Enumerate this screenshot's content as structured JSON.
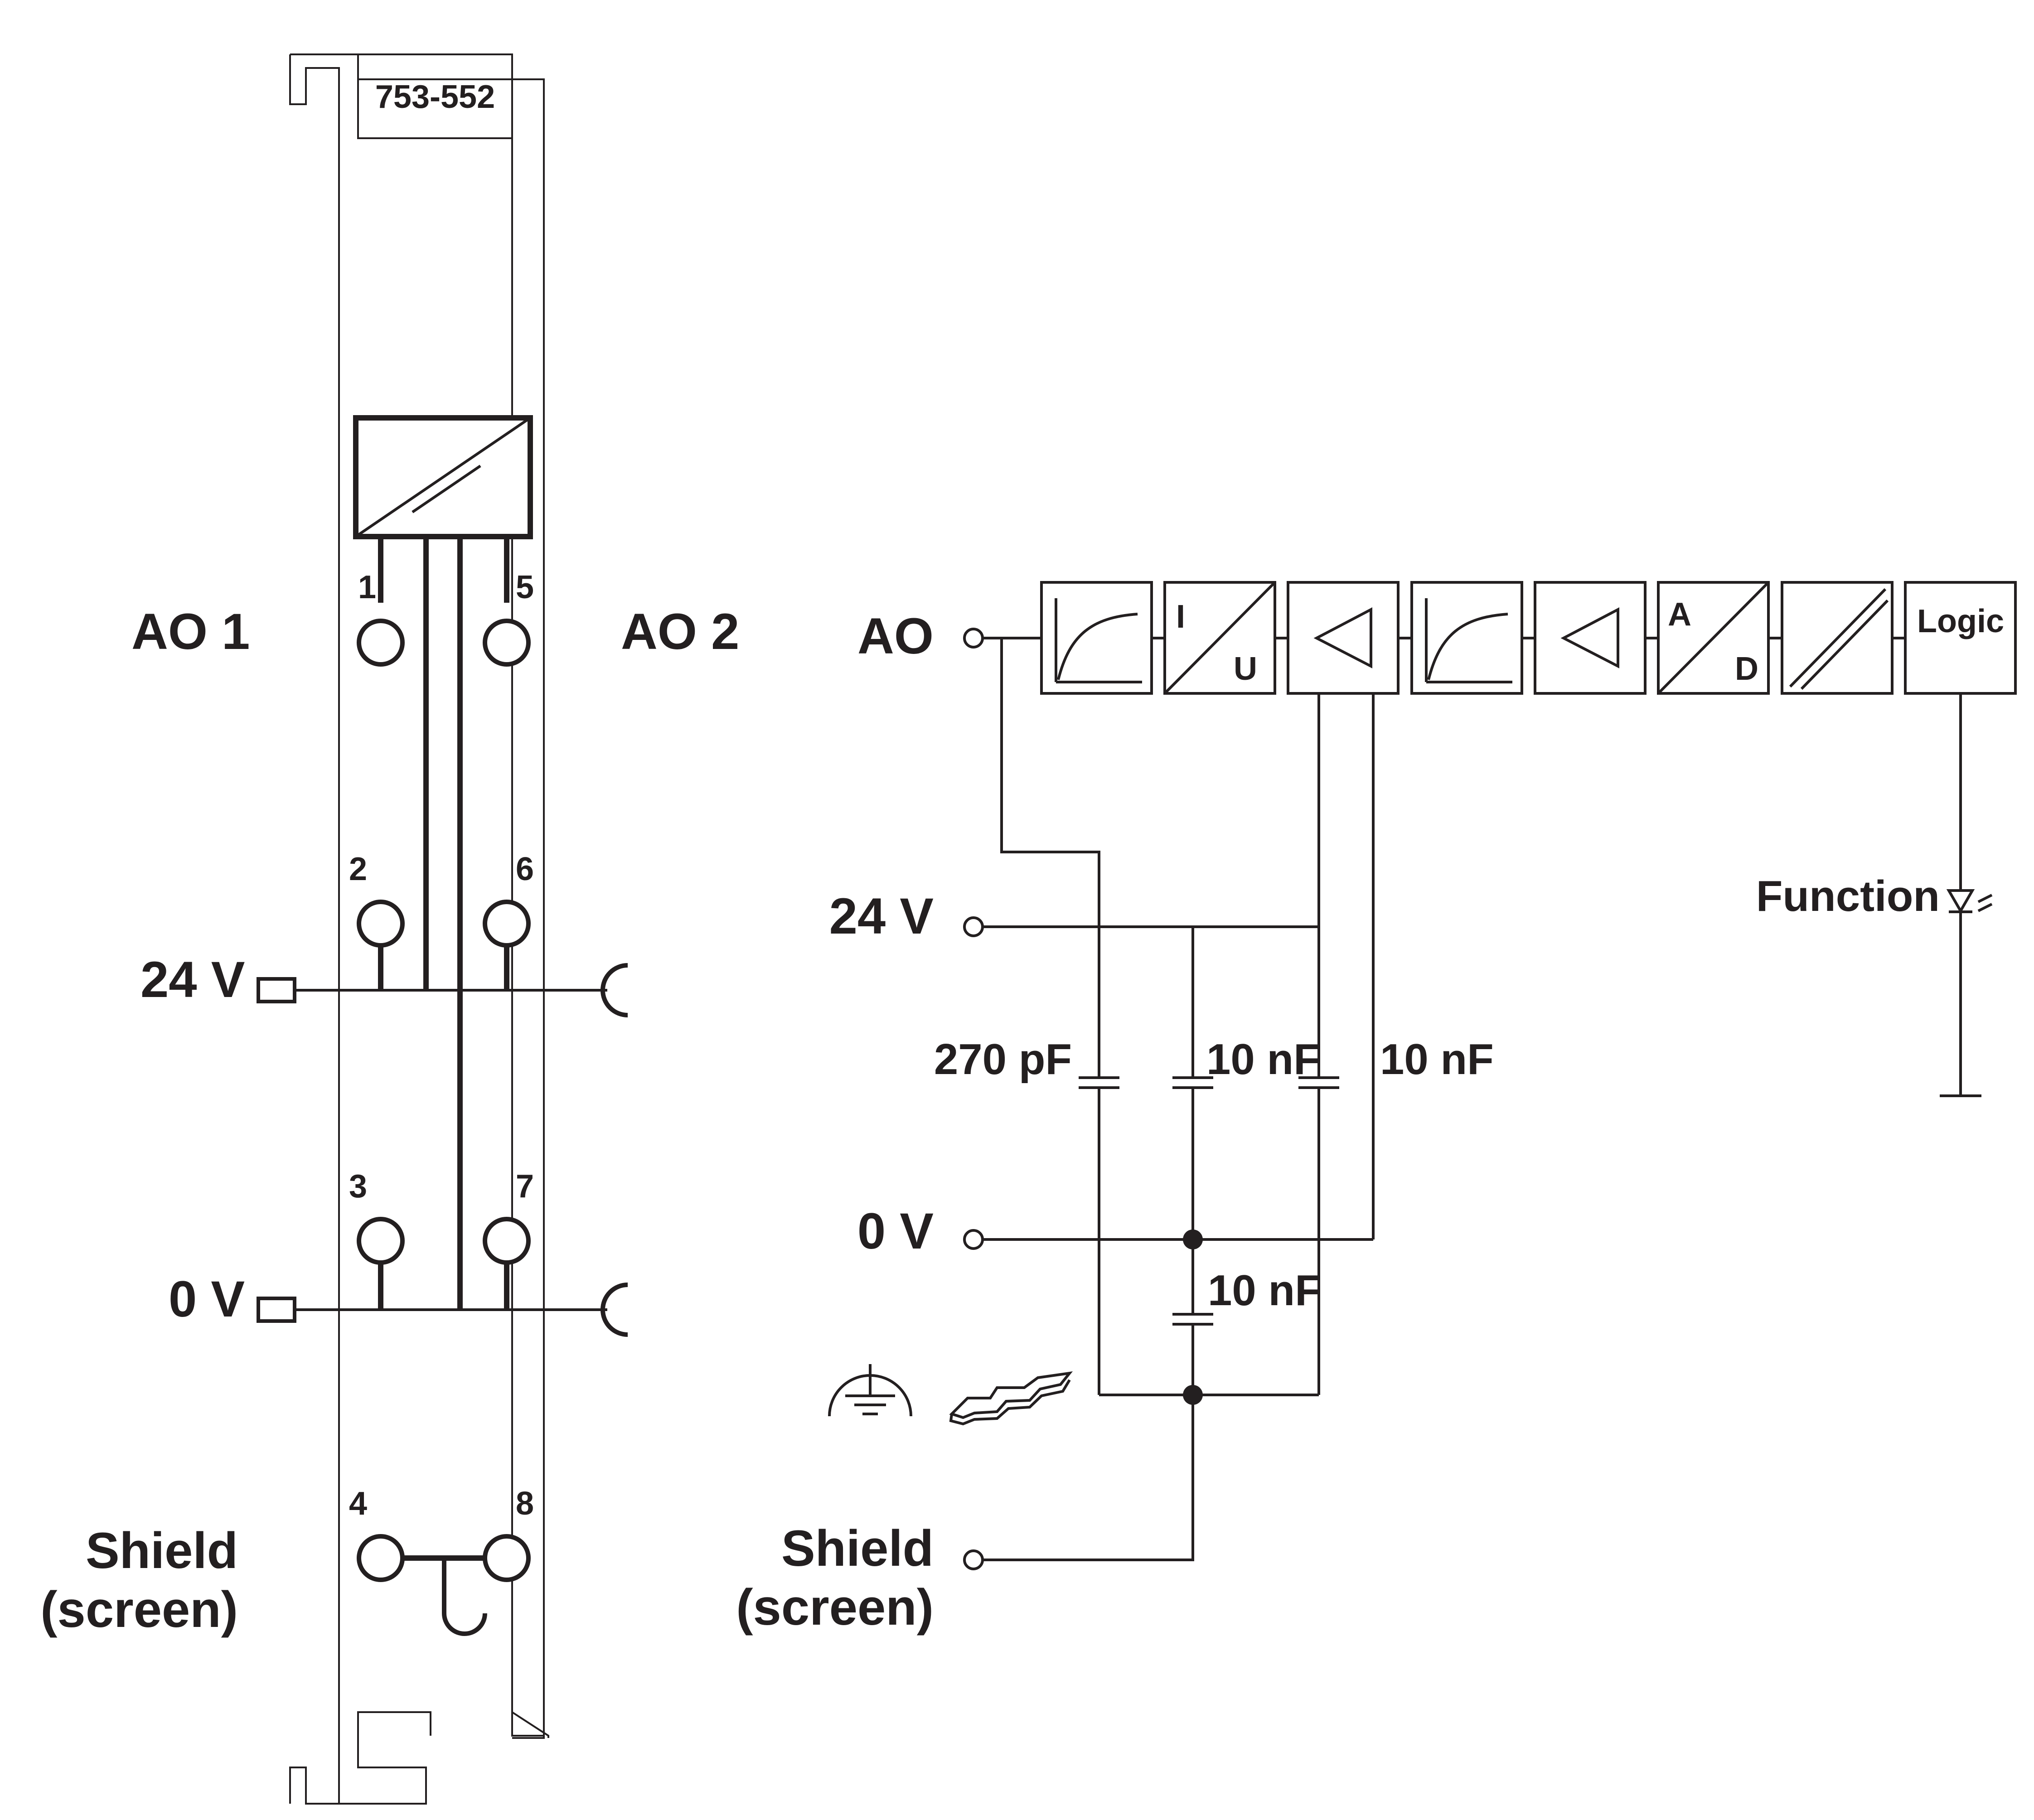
{
  "module": {
    "part_number": "753-552",
    "channel_left": "AO 1",
    "channel_right": "AO 2",
    "rail_24v": "24 V",
    "rail_0v": "0 V",
    "shield_line1": "Shield",
    "shield_line2": "(screen)",
    "pins": [
      "1",
      "2",
      "3",
      "4",
      "5",
      "6",
      "7",
      "8"
    ]
  },
  "schematic": {
    "ao": "AO",
    "v24": "24 V",
    "v0": "0 V",
    "shield_line1": "Shield",
    "shield_line2": "(screen)",
    "blocks": [
      "filter",
      "I/U",
      "amplifier",
      "filter",
      "amplifier",
      "A/D",
      "isolation",
      "Logic"
    ],
    "block_iu_i": "I",
    "block_iu_u": "U",
    "block_ad_a": "A",
    "block_ad_d": "D",
    "block_logic": "Logic",
    "function_led": "Function",
    "capacitors": [
      "270 pF",
      "10 nF",
      "10 nF",
      "10 nF"
    ],
    "symbols": [
      "ground-icon",
      "din-rail-icon",
      "led-icon"
    ]
  }
}
